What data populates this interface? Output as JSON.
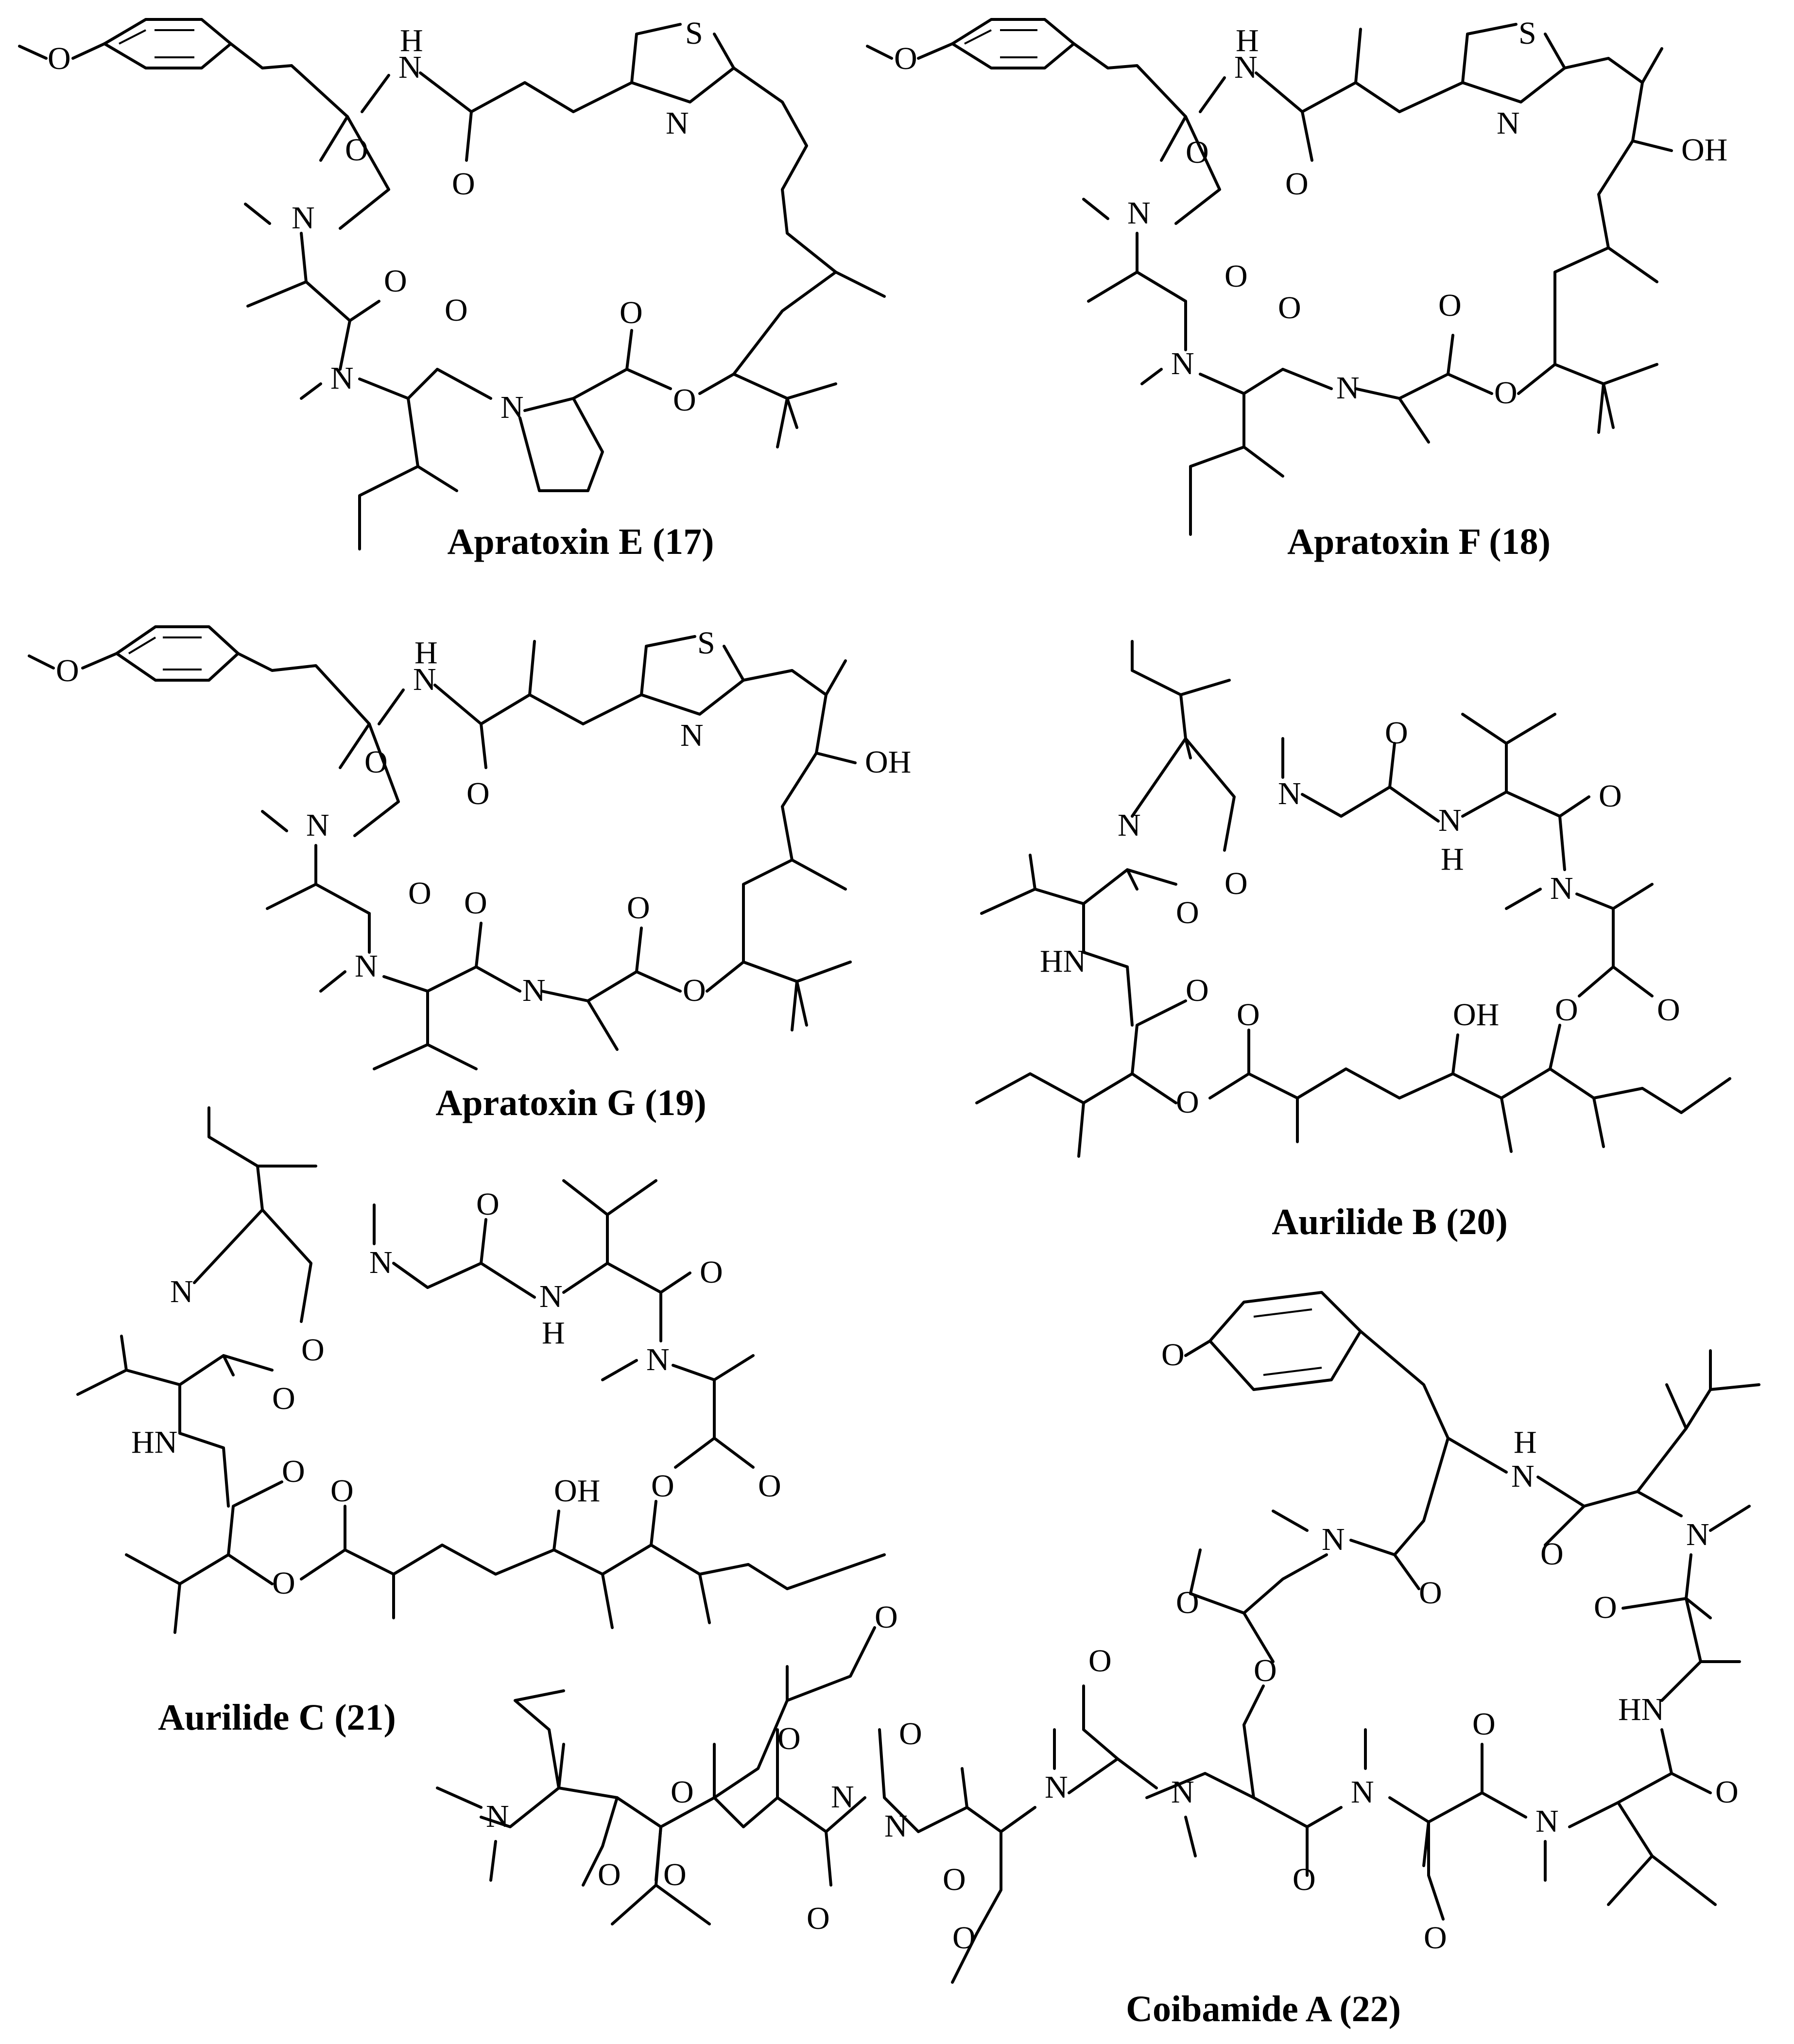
{
  "figure": {
    "compounds": [
      {
        "id": "17",
        "name": "Apratoxin E (17)"
      },
      {
        "id": "18",
        "name": "Apratoxin F (18)"
      },
      {
        "id": "19",
        "name": "Apratoxin G (19)"
      },
      {
        "id": "20",
        "name": "Aurilide B (20)"
      },
      {
        "id": "21",
        "name": "Aurilide C (21)"
      },
      {
        "id": "22",
        "name": "Coibamide A (22)"
      }
    ],
    "atom_labels": {
      "O": "O",
      "N": "N",
      "S": "S",
      "H": "H",
      "NH": "NH",
      "HN": "HN",
      "OH": "OH"
    }
  }
}
